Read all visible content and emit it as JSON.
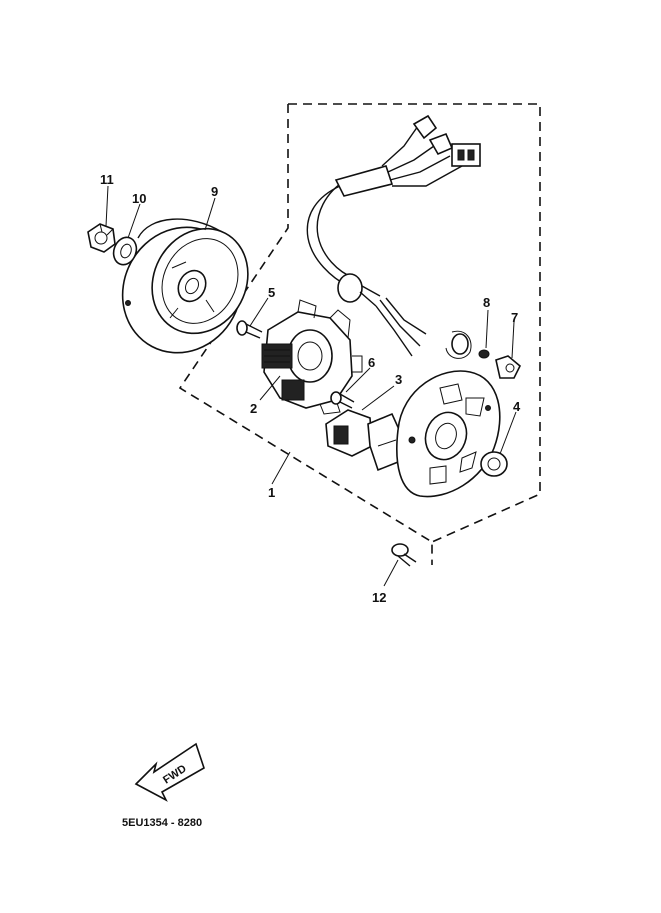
{
  "diagram": {
    "callouts": [
      {
        "id": "1",
        "text": "1"
      },
      {
        "id": "2",
        "text": "2"
      },
      {
        "id": "3",
        "text": "3"
      },
      {
        "id": "4",
        "text": "4"
      },
      {
        "id": "5",
        "text": "5"
      },
      {
        "id": "6",
        "text": "6"
      },
      {
        "id": "7",
        "text": "7"
      },
      {
        "id": "8",
        "text": "8"
      },
      {
        "id": "9",
        "text": "9"
      },
      {
        "id": "10",
        "text": "10"
      },
      {
        "id": "11",
        "text": "11"
      },
      {
        "id": "12",
        "text": "12"
      }
    ],
    "fwd_label": "FWD",
    "drawing_code": "5EU1354 - 8280"
  }
}
